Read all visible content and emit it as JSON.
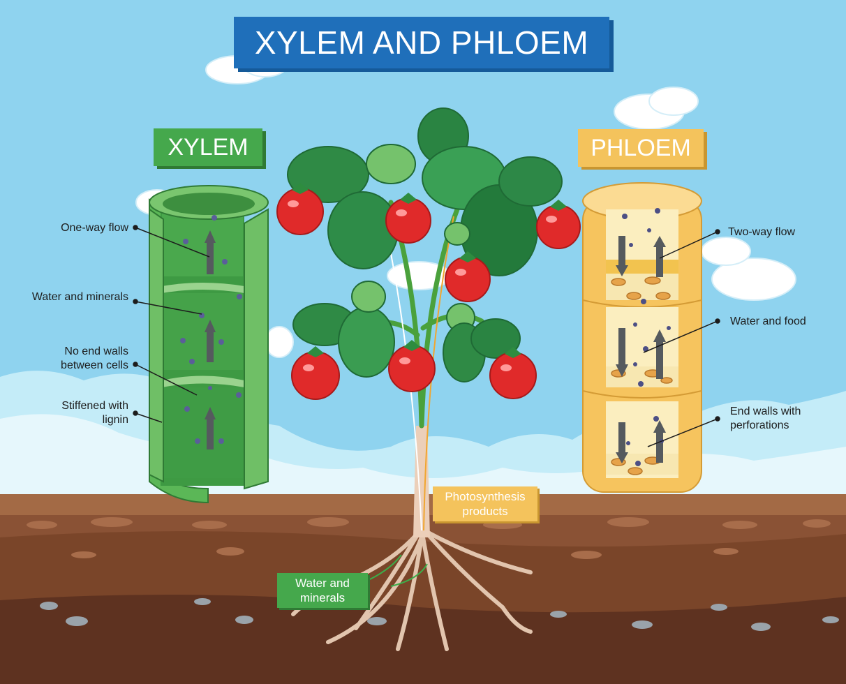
{
  "title": "XYLEM AND PHLOEM",
  "xylem": {
    "heading": "XYLEM",
    "labels": [
      "One-way flow",
      "Water and minerals",
      "No end walls",
      "between cells",
      "Stiffened with",
      "lignin"
    ]
  },
  "phloem": {
    "heading": "PHLOEM",
    "labels": [
      "Two-way flow",
      "Water and food",
      "End walls with",
      "perforations"
    ]
  },
  "plant": {
    "photosynthesis_line1": "Photosynthesis",
    "photosynthesis_line2": "products",
    "water_line1": "Water and",
    "water_line2": "minerals"
  },
  "colors": {
    "sky": "#8fd3ef",
    "title_bg": "#1f6fba",
    "xylem_green": "#45a84c",
    "phloem_yellow": "#f4c35c",
    "soil": "#8a5235"
  }
}
